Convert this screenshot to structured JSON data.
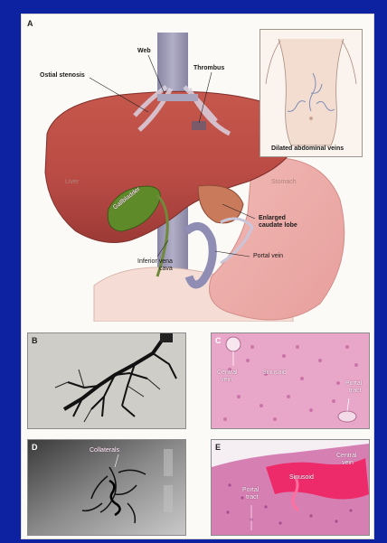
{
  "panels": {
    "a": {
      "letter": "A",
      "labels": {
        "web": "Web",
        "ostial_stenosis": "Ostial stenosis",
        "thrombus": "Thrombus",
        "liver": "Liver",
        "stomach": "Stomach",
        "gallbladder": "Gallbladder",
        "enlarged_caudate_lobe_1": "Enlarged",
        "enlarged_caudate_lobe_2": "caudate lobe",
        "portal_vein": "Portal vein",
        "ivc_1": "Inferior vena",
        "ivc_2": "cava"
      },
      "inset_caption": "Dilated abdominal veins"
    },
    "b": {
      "letter": "B"
    },
    "c": {
      "letter": "C",
      "labels": {
        "central_vein_1": "Central",
        "central_vein_2": "vein",
        "sinusoid": "Sinusoid",
        "portal_tract_1": "Portal",
        "portal_tract_2": "tract"
      }
    },
    "d": {
      "letter": "D",
      "labels": {
        "collaterals": "Collaterals"
      }
    },
    "e": {
      "letter": "E",
      "labels": {
        "central_vein_1": "Central",
        "central_vein_2": "vein",
        "sinusoid": "Sinusoid",
        "portal_tract_1": "Portal",
        "portal_tract_2": "tract"
      }
    }
  }
}
